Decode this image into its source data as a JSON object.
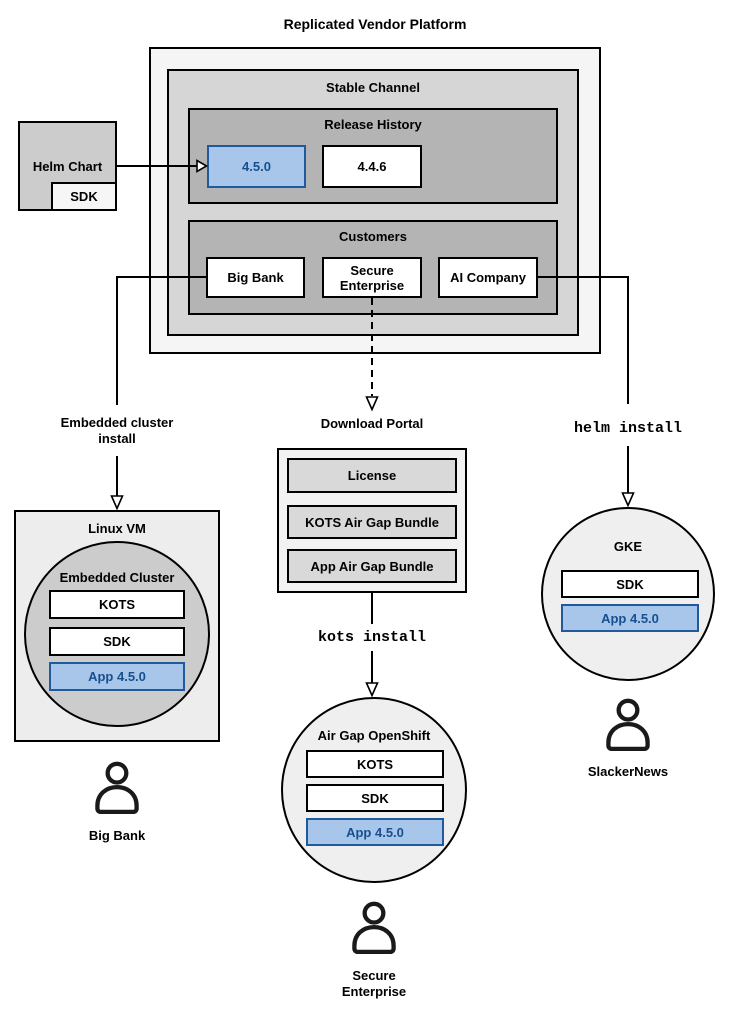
{
  "title": "Replicated Vendor Platform",
  "platform": {
    "stable_channel": {
      "label": "Stable Channel"
    },
    "release_history": {
      "label": "Release History",
      "releases": [
        {
          "version": "4.5.0",
          "highlighted": true
        },
        {
          "version": "4.4.6",
          "highlighted": false
        }
      ]
    },
    "customers": {
      "label": "Customers",
      "items": [
        "Big Bank",
        "Secure Enterprise",
        "AI Company"
      ]
    }
  },
  "helm_chart": {
    "label": "Helm Chart",
    "sdk": "SDK"
  },
  "left_flow": {
    "install_label": "Embedded cluster install",
    "vm_label": "Linux VM",
    "cluster_label": "Embedded Cluster",
    "components": [
      "KOTS",
      "SDK",
      "App 4.5.0"
    ],
    "user": "Big Bank"
  },
  "middle_flow": {
    "portal_label": "Download Portal",
    "portal_items": [
      "License",
      "KOTS Air Gap Bundle",
      "App Air Gap Bundle"
    ],
    "install_command": "kots install",
    "cluster_label": "Air Gap OpenShift",
    "components": [
      "KOTS",
      "SDK",
      "App 4.5.0"
    ],
    "user": "Secure Enterprise"
  },
  "right_flow": {
    "install_command": "helm install",
    "cluster_label": "GKE",
    "components": [
      "SDK",
      "App 4.5.0"
    ],
    "user": "SlackerNews"
  },
  "colors": {
    "highlight_fill": "#a7c6ea",
    "highlight_border": "#20599c",
    "highlight_text": "#17508f",
    "platform_fill": "#f5f5f5",
    "channel_fill": "#d6d6d6",
    "section_fill": "#b4b4b4",
    "node_fill": "#cccccc",
    "vm_fill": "#ededed",
    "portal_fill": "#f2f2f2",
    "portal_item_fill": "#d9d9d9",
    "circle_fill": "#efefef",
    "line": "#000000"
  }
}
